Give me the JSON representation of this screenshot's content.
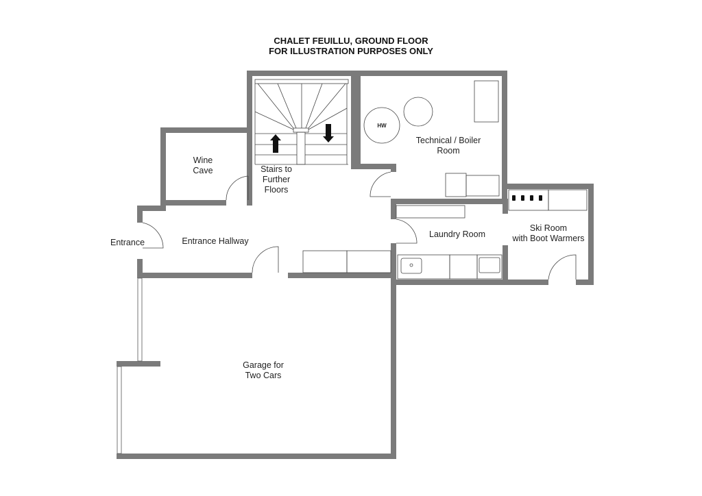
{
  "title": {
    "line1": "CHALET FEUILLU, GROUND FLOOR",
    "line2": "FOR ILLUSTRATION PURPOSES ONLY"
  },
  "rooms": {
    "wine_cave": "Wine\nCave",
    "stairs": "Stairs to\nFurther\nFloors",
    "technical": "Technical / Boiler\nRoom",
    "entrance": "Entrance",
    "hallway": "Entrance Hallway",
    "laundry": "Laundry Room",
    "ski": "Ski Room\nwith Boot Warmers",
    "garage": "Garage for\nTwo Cars"
  },
  "fixtures": {
    "hot_water": "HW"
  }
}
